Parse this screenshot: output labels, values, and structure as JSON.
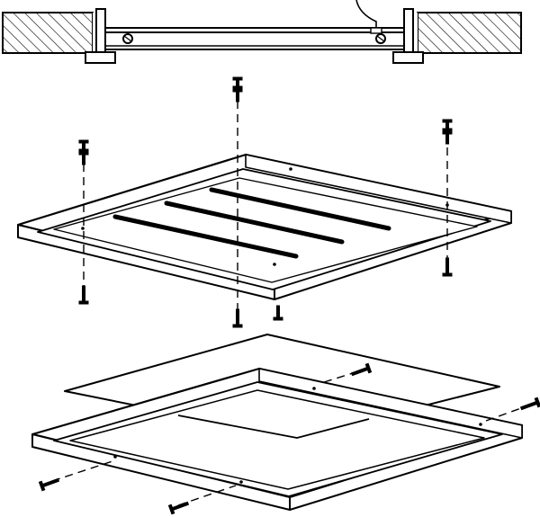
{
  "figure": {
    "background_color": "#ffffff",
    "line_color": "#000000",
    "hatch_color": "#000000"
  },
  "parts": [
    {
      "name": "ceiling-section-with-mounting-rail",
      "icon": "ceiling-hatch"
    },
    {
      "name": "led-panel-with-frame",
      "icon": "panel"
    },
    {
      "name": "diffuser-sheet",
      "icon": "sheet"
    },
    {
      "name": "mounting-frame",
      "icon": "frame"
    },
    {
      "name": "screws",
      "icon": "screw-icon"
    }
  ]
}
